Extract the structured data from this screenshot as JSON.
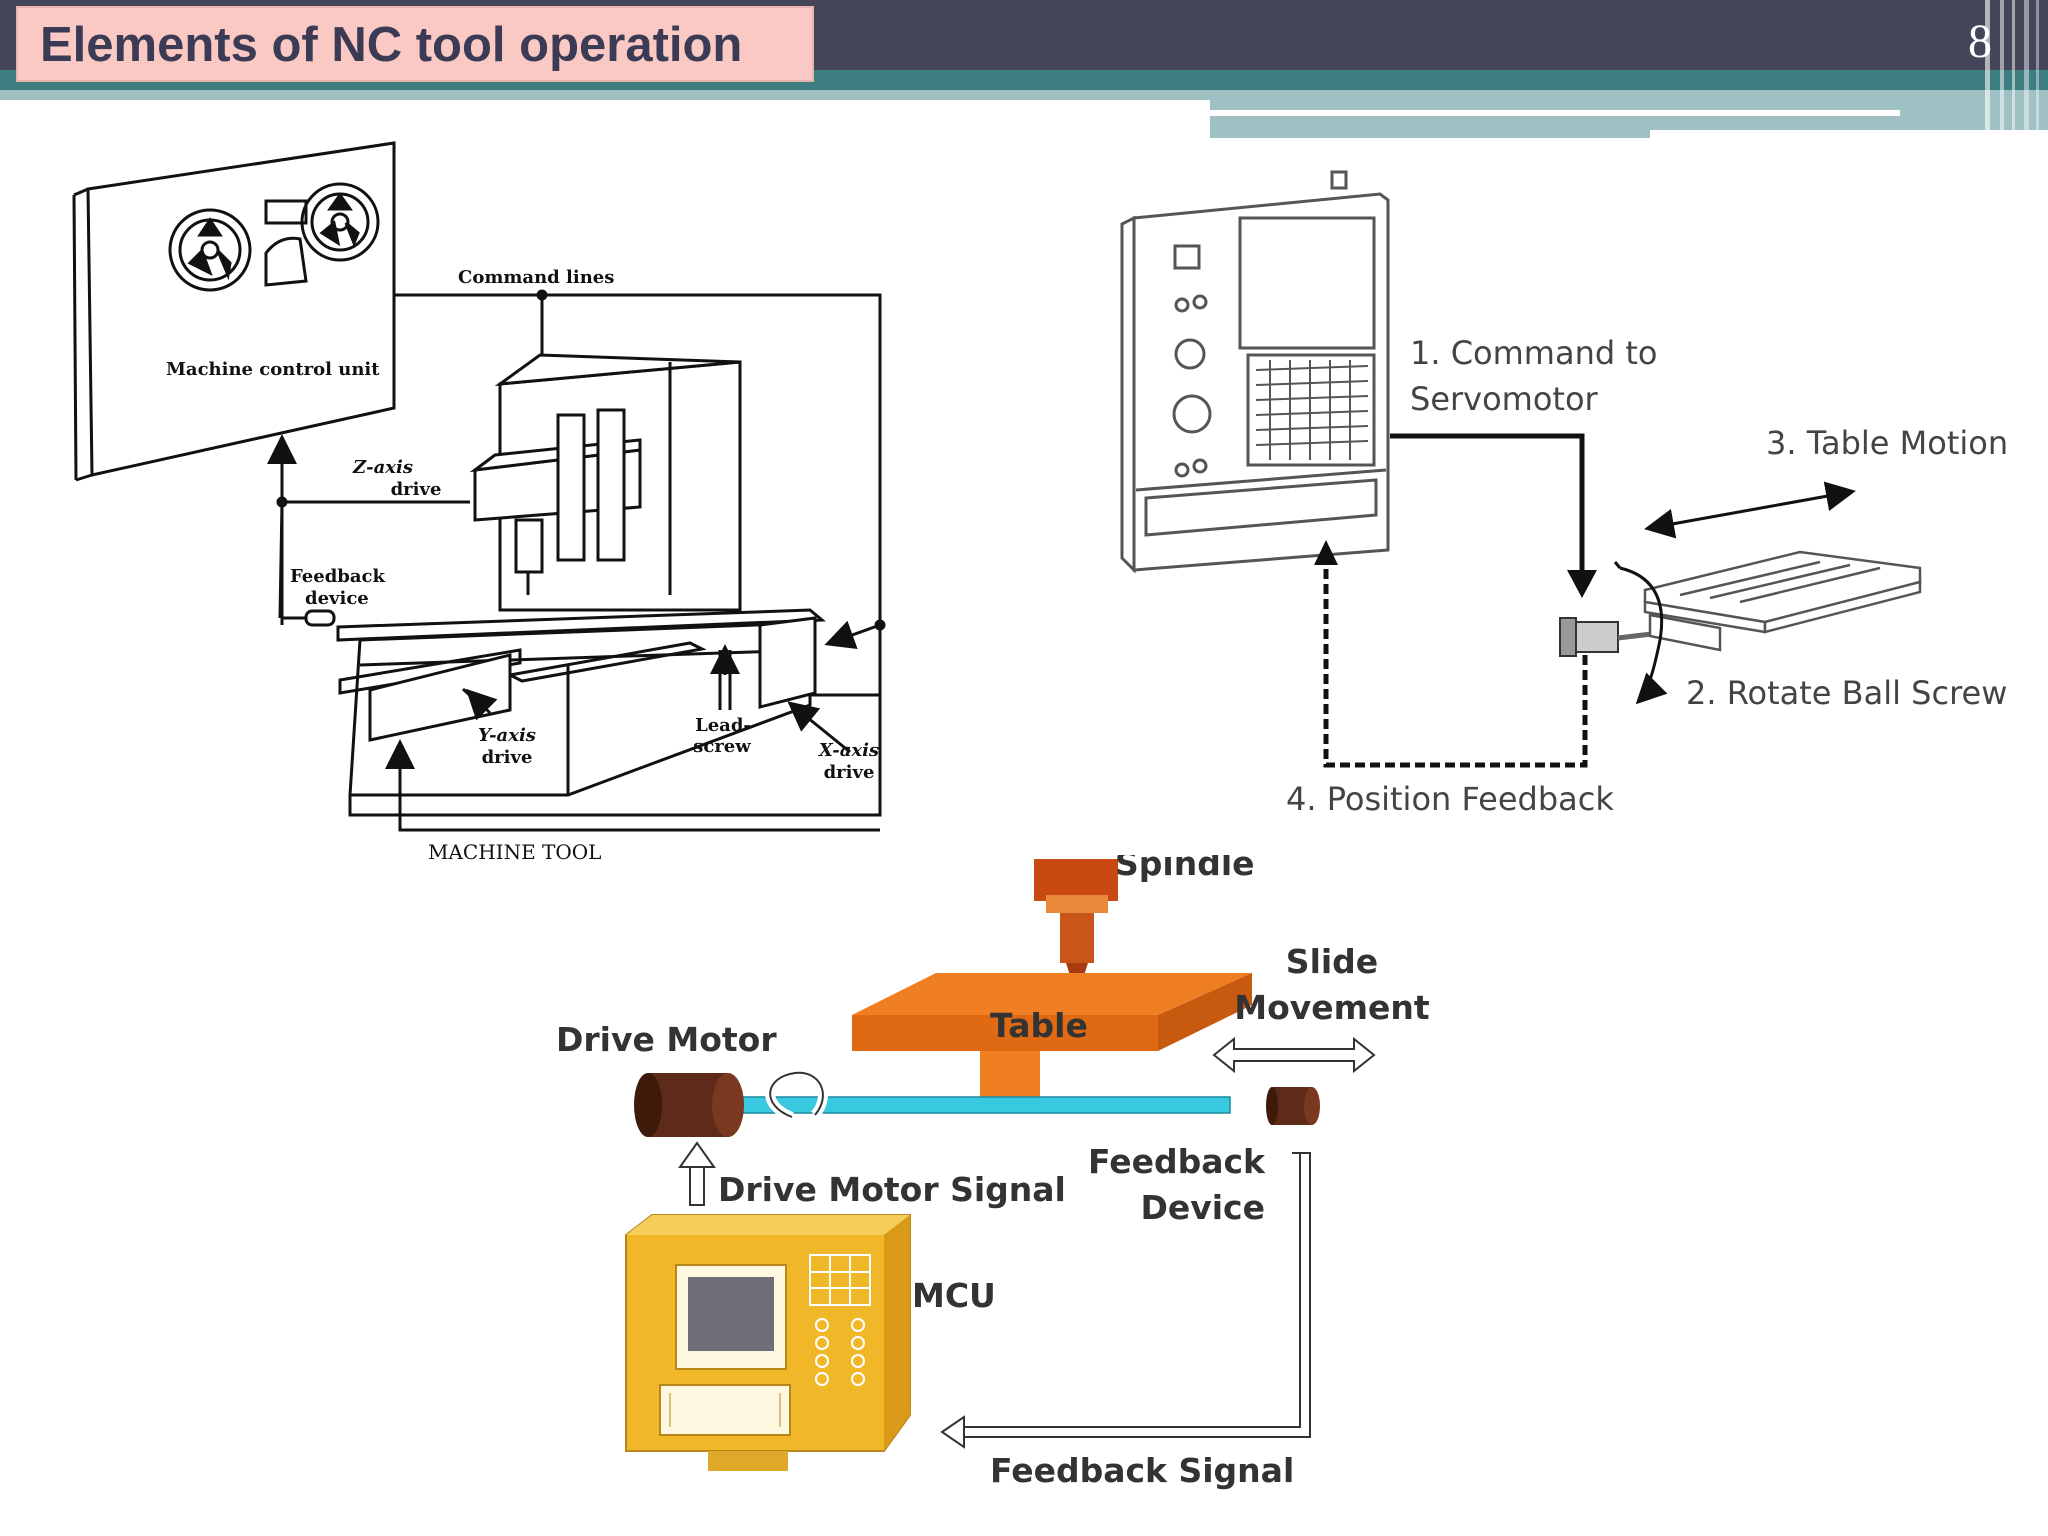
{
  "slide": {
    "title": "Elements of NC tool operation",
    "page_number": "8"
  },
  "colors": {
    "header_dark": "#454559",
    "header_teal": "#3d7e80",
    "title_bg": "#fbc9c3",
    "title_text": "#3b3b55",
    "table_orange": "#f07e22",
    "shaft_cyan": "#38c8e0",
    "mcu_yellow": "#f0b828",
    "motor_brown": "#5e2a1a"
  },
  "diagram_nc_machine": {
    "command_lines": "Command lines",
    "machine_control_unit": "Machine control unit",
    "z_axis_drive": [
      "Z-axis",
      "drive"
    ],
    "feedback_device": [
      "Feedback",
      "device"
    ],
    "y_axis_drive": [
      "Y-axis",
      "drive"
    ],
    "lead_screw": [
      "Lead-",
      "screw"
    ],
    "x_axis_drive": [
      "X-axis",
      "drive"
    ],
    "machine_tool": "MACHINE TOOL"
  },
  "diagram_servo_loop": {
    "command_to_servomotor": [
      "1. Command to",
      "Servomotor"
    ],
    "table_motion": "3. Table Motion",
    "rotate_ball_screw": "2. Rotate Ball Screw",
    "position_feedback": "4. Position Feedback"
  },
  "diagram_color_nc": {
    "spindle": "Spindle",
    "slide_movement": [
      "Slide",
      "Movement"
    ],
    "table": "Table",
    "drive_motor": "Drive Motor",
    "feedback_device": [
      "Feedback",
      "Device"
    ],
    "drive_motor_signal": "Drive Motor Signal",
    "mcu": "MCU",
    "feedback_signal": "Feedback Signal"
  }
}
